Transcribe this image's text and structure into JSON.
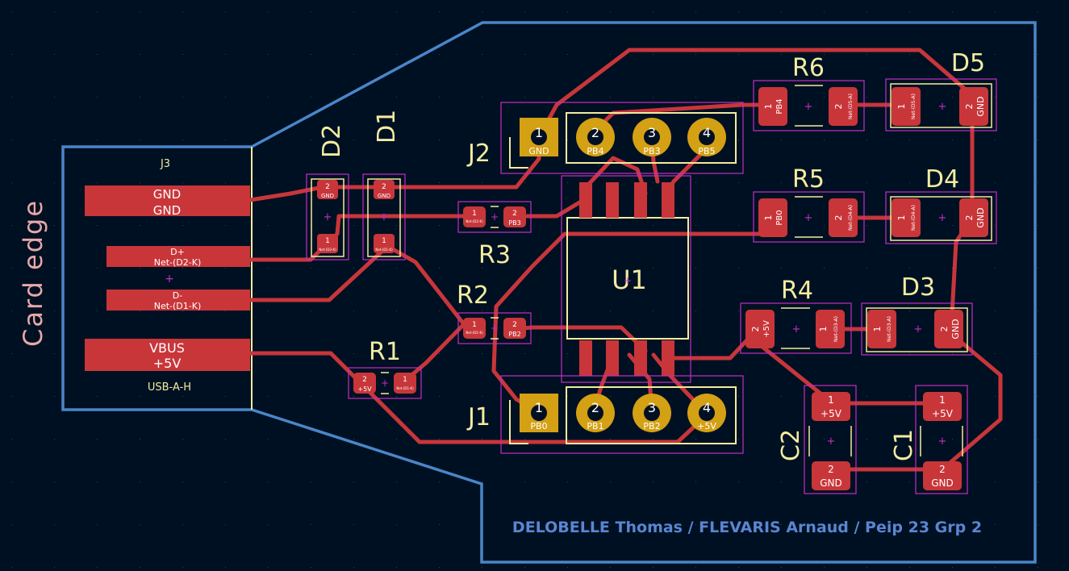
{
  "colors": {
    "background": "#001023",
    "copper": "#c8363a",
    "edge": "#4a86c8",
    "silk": "#f2eca0",
    "courtyard": "#c030c0",
    "pad_th": "#d4a014",
    "text_blue": "#5a86d0"
  },
  "edge_label": "Card edge",
  "credits": "DELOBELLE Thomas / FLEVARIS Arnaud / Peip 23 Grp 2",
  "u1": {
    "ref": "U1"
  },
  "j3": {
    "ref": "J3",
    "value": "USB-A-H",
    "pads": [
      {
        "line1": "GND",
        "line2": "GND"
      },
      {
        "line1": "D+",
        "line2": "Net-(D2-K)"
      },
      {
        "line1": "D-",
        "line2": "Net-(D1-K)"
      },
      {
        "line1": "VBUS",
        "line2": "+5V"
      }
    ]
  },
  "j2": {
    "ref": "J2",
    "pins": [
      {
        "num": "1",
        "net": "GND"
      },
      {
        "num": "2",
        "net": "PB4"
      },
      {
        "num": "3",
        "net": "PB3"
      },
      {
        "num": "4",
        "net": "PB5"
      }
    ]
  },
  "j1": {
    "ref": "J1",
    "pins": [
      {
        "num": "1",
        "net": "PB0"
      },
      {
        "num": "2",
        "net": "PB1"
      },
      {
        "num": "3",
        "net": "PB2"
      },
      {
        "num": "4",
        "net": "+5V"
      }
    ]
  },
  "d2": {
    "ref": "D2",
    "p2_num": "2",
    "p2_net": "GND",
    "p1_num": "1",
    "p1_net": "Net-(D2-K)"
  },
  "d1": {
    "ref": "D1",
    "p2_num": "2",
    "p2_net": "GND",
    "p1_num": "1",
    "p1_net": "Net-(D1-K)"
  },
  "r3": {
    "ref": "R3",
    "p1_num": "1",
    "p1_net": "Net-(D2-K)",
    "p2_num": "2",
    "p2_net": "PB3"
  },
  "r2": {
    "ref": "R2",
    "p1_num": "1",
    "p1_net": "Net-(D1-K)",
    "p2_num": "2",
    "p2_net": "PB2"
  },
  "r1": {
    "ref": "R1",
    "p2_num": "2",
    "p2_net": "+5V",
    "p1_num": "1",
    "p1_net": "Net-(D1-K)"
  },
  "r6": {
    "ref": "R6",
    "p1_num": "1",
    "p1_net": "PB4",
    "p2_num": "2",
    "p2_net": "Net-(D5-A)"
  },
  "r5": {
    "ref": "R5",
    "p1_num": "1",
    "p1_net": "PB0",
    "p2_num": "2",
    "p2_net": "Net-(D4-A)"
  },
  "r4": {
    "ref": "R4",
    "p2_num": "2",
    "p2_net": "+5V",
    "p1_num": "1",
    "p1_net": "Net-(D3-A)"
  },
  "d5": {
    "ref": "D5",
    "p1_num": "1",
    "p1_net": "Net-(D5-A)",
    "p2_num": "2",
    "p2_net": "GND"
  },
  "d4": {
    "ref": "D4",
    "p1_num": "1",
    "p1_net": "Net-(D4-A)",
    "p2_num": "2",
    "p2_net": "GND"
  },
  "d3": {
    "ref": "D3",
    "p1_num": "1",
    "p1_net": "Net-(D3-A)",
    "p2_num": "2",
    "p2_net": "GND"
  },
  "c2": {
    "ref": "C2",
    "p1_num": "1",
    "p1_net": "+5V",
    "p2_num": "2",
    "p2_net": "GND"
  },
  "c1": {
    "ref": "C1",
    "p1_num": "1",
    "p1_net": "+5V",
    "p2_num": "2",
    "p2_net": "GND"
  }
}
